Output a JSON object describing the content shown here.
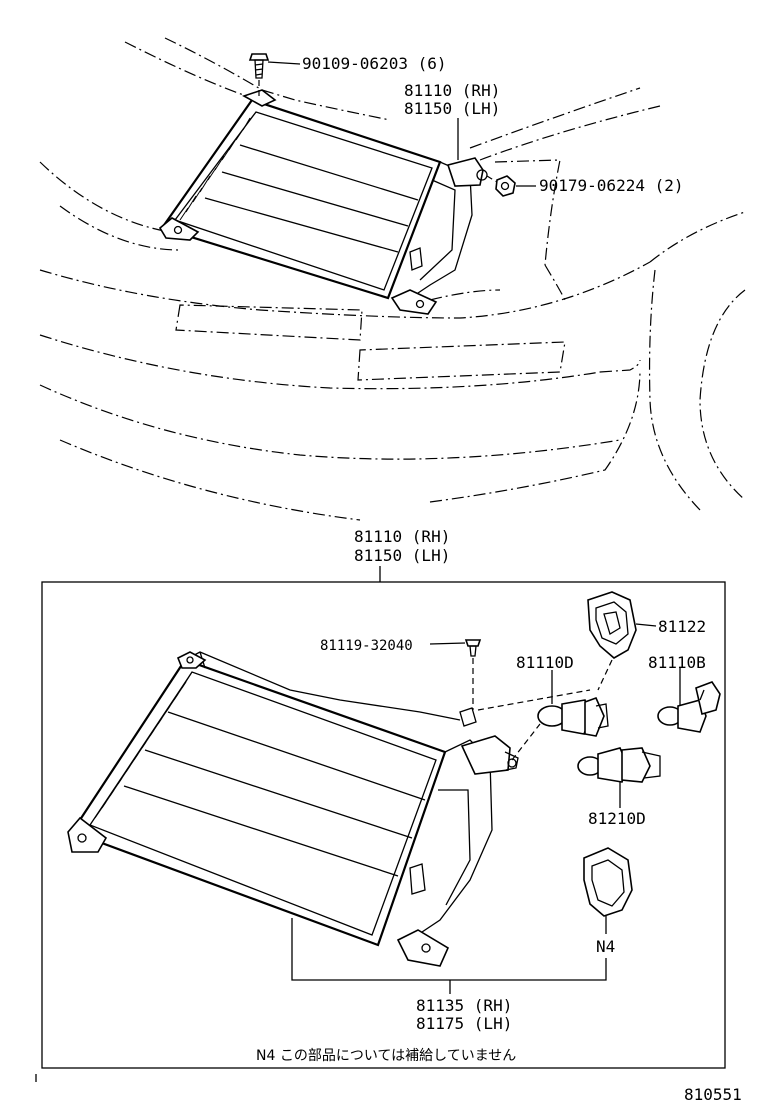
{
  "top_labels": {
    "screw": "90109-06203 (6)",
    "headlamp_rh": "81110 (RH)",
    "headlamp_lh": "81150 (LH)",
    "nut": "90179-06224 (2)"
  },
  "box_header": {
    "rh": "81110 (RH)",
    "lh": "81150 (LH)"
  },
  "box_labels": {
    "screw": "81119-32040",
    "cover": "81122",
    "bulb_d": "81110D",
    "bulb_b": "81110B",
    "bulb_81210d": "81210D",
    "n4": "N4",
    "unit_rh": "81135 (RH)",
    "unit_lh": "81175 (LH)"
  },
  "note": "N4  この部品については補給していません",
  "figure_id": "810551"
}
